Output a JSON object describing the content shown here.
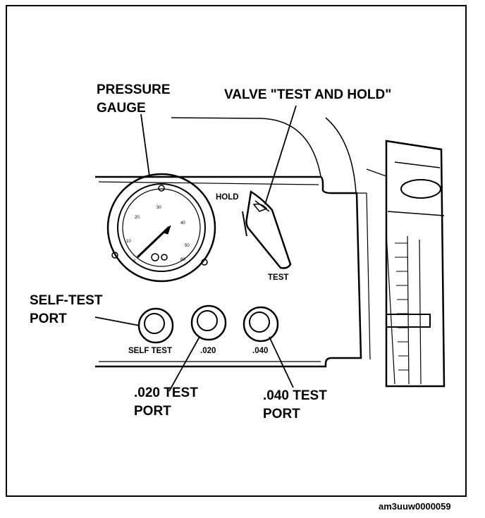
{
  "figure": {
    "callouts": {
      "pressure_gauge": [
        "PRESSURE",
        "GAUGE"
      ],
      "valve": "VALVE \"TEST AND HOLD\"",
      "self_test_port": [
        "SELF-TEST",
        "PORT"
      ],
      "port_020": [
        ".020 TEST",
        "PORT"
      ],
      "port_040": [
        ".040 TEST",
        "PORT"
      ]
    },
    "panel_labels": {
      "hold": "HOLD",
      "test": "TEST",
      "self_test": "SELF TEST",
      "p020": ".020",
      "p040": ".040"
    },
    "dial_ticks": [
      "0",
      "10",
      "20",
      "30",
      "40",
      "50",
      "60"
    ],
    "figure_id": "am3uuw0000059"
  }
}
